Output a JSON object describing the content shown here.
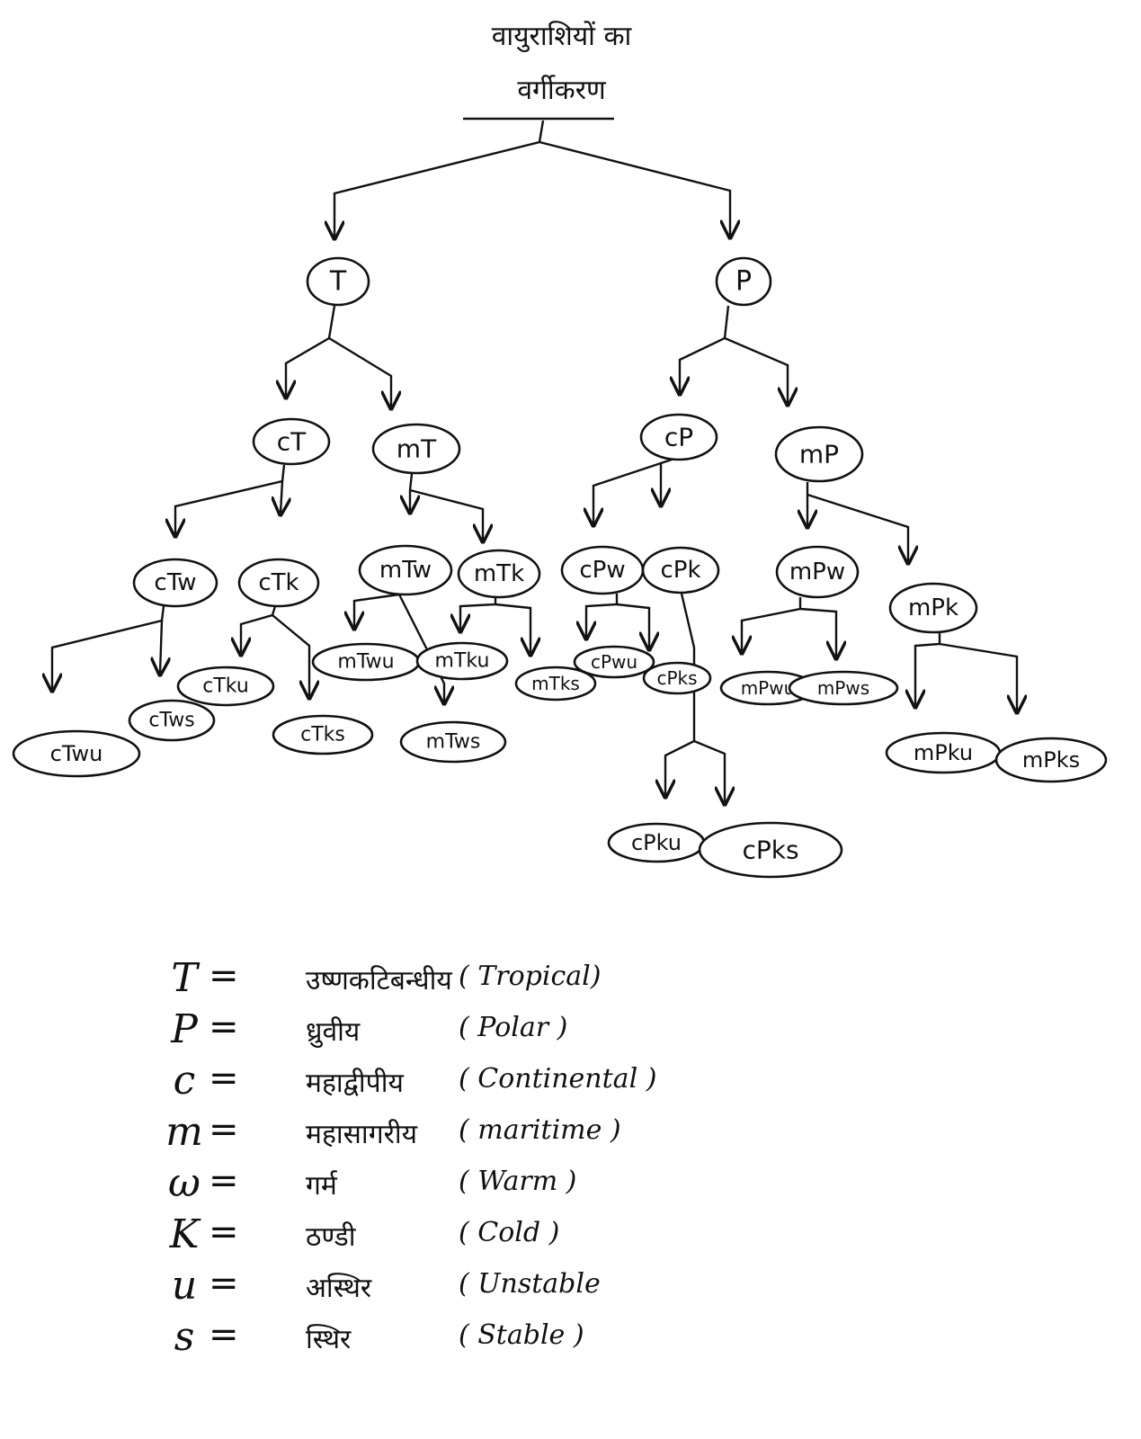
{
  "title": {
    "line1": "वायुराशियों का",
    "line2": "वर्गीकरण"
  },
  "tree": {
    "level1": [
      "T",
      "P"
    ],
    "level2": [
      "cT",
      "mT",
      "cP",
      "mP"
    ],
    "level3": [
      "cTw",
      "cTk",
      "mTw",
      "mTk",
      "cPw",
      "cPk",
      "mPw",
      "mPk"
    ],
    "level4": [
      "cTwu",
      "cTws",
      "cTku",
      "cTks",
      "mTwu",
      "mTws",
      "mTku",
      "mTks",
      "cPwu",
      "cPks",
      "mPwu",
      "mPws",
      "mPku",
      "mPks"
    ],
    "level5": [
      "cPku",
      "cPks"
    ]
  },
  "legend": [
    {
      "code": "T",
      "hindi": "उष्णकटिबन्धीय",
      "english": "( Tropical)"
    },
    {
      "code": "P",
      "hindi": "ध्रुवीय",
      "english": "( Polar )"
    },
    {
      "code": "c",
      "hindi": "महाद्वीपीय",
      "english": "( Continental )"
    },
    {
      "code": "m",
      "hindi": "महासागरीय",
      "english": "( maritime )"
    },
    {
      "code": "ω",
      "hindi": "गर्म",
      "english": "( Warm )"
    },
    {
      "code": "K",
      "hindi": "ठण्डी",
      "english": "( Cold )"
    },
    {
      "code": "u",
      "hindi": "अस्थिर",
      "english": "( Unstable"
    },
    {
      "code": "s",
      "hindi": "स्थिर",
      "english": "( Stable )"
    }
  ]
}
